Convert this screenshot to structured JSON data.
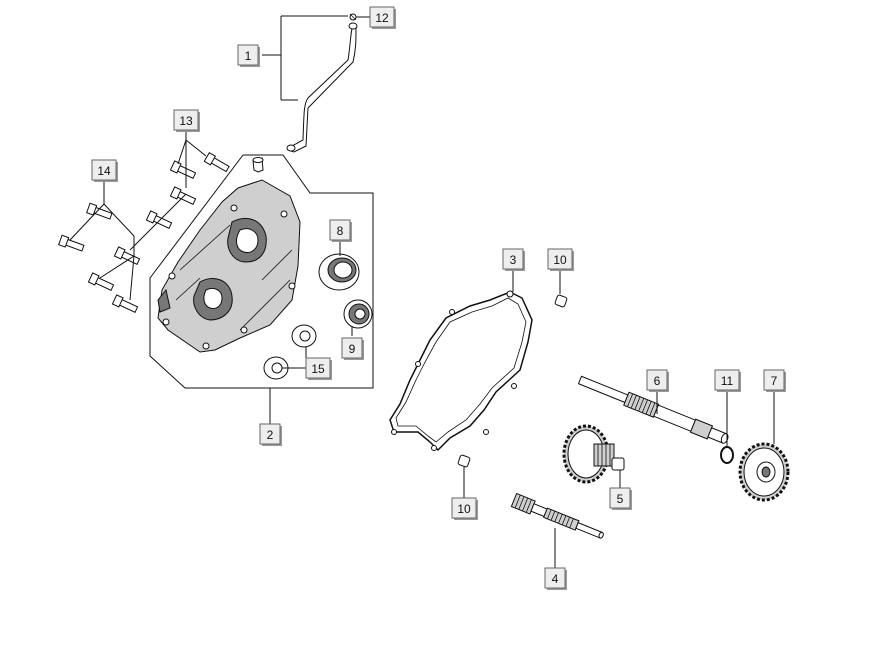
{
  "callouts": [
    {
      "id": "c1",
      "text": "1"
    },
    {
      "id": "c2",
      "text": "2"
    },
    {
      "id": "c3",
      "text": "3"
    },
    {
      "id": "c4",
      "text": "4"
    },
    {
      "id": "c5",
      "text": "5"
    },
    {
      "id": "c6",
      "text": "6"
    },
    {
      "id": "c7",
      "text": "7"
    },
    {
      "id": "c8",
      "text": "8"
    },
    {
      "id": "c9",
      "text": "9"
    },
    {
      "id": "c10a",
      "text": "10"
    },
    {
      "id": "c10b",
      "text": "10"
    },
    {
      "id": "c11",
      "text": "11"
    },
    {
      "id": "c12",
      "text": "12"
    },
    {
      "id": "c13",
      "text": "13"
    },
    {
      "id": "c14",
      "text": "14"
    },
    {
      "id": "c15",
      "text": "15"
    }
  ]
}
